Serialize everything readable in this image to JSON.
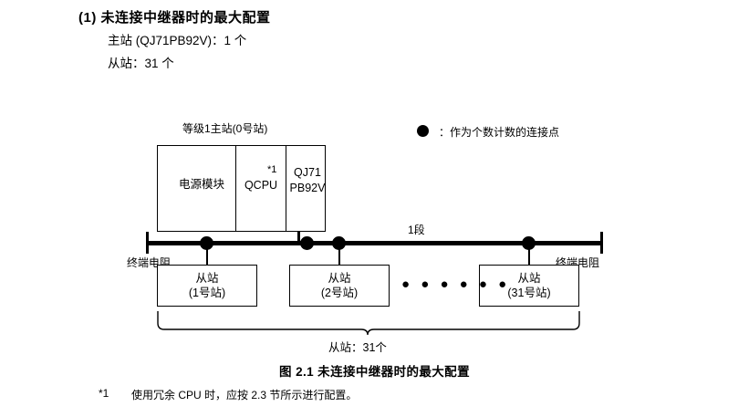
{
  "heading": "(1) 未连接中继器时的最大配置",
  "spec_lines": {
    "master": "主站 (QJ71PB92V)：1 个",
    "slave": "从站：31 个"
  },
  "diagram": {
    "class1_master_label": "等级1主站(0号站)",
    "legend": {
      "symbol": "filled-circle",
      "text": "：作为个数计数的连接点"
    },
    "master_unit": {
      "power_module": "电源模块",
      "qcpu": "QCPU",
      "footnote_mark": "*1",
      "network_module": "QJ71\nPB92V",
      "network_module_line1": "QJ71",
      "network_module_line2": "PB92V"
    },
    "bus": {
      "segment_label": "1段",
      "terminator_left": "终端电阻",
      "terminator_right": "终端电阻"
    },
    "slaves": [
      {
        "title": "从站",
        "station": "(1号站)"
      },
      {
        "title": "从站",
        "station": "(2号站)"
      },
      {
        "title": "从站",
        "station": "(31号站)"
      }
    ],
    "ellipsis": "● ● ● ● ● ●",
    "brace_label": "从站：31个"
  },
  "caption": "图 2.1  未连接中继器时的最大配置",
  "footnote": {
    "mark": "*1",
    "text": "使用冗余 CPU 时，应按 2.3 节所示进行配置。"
  },
  "colors": {
    "ink": "#000000",
    "paper": "#ffffff"
  }
}
